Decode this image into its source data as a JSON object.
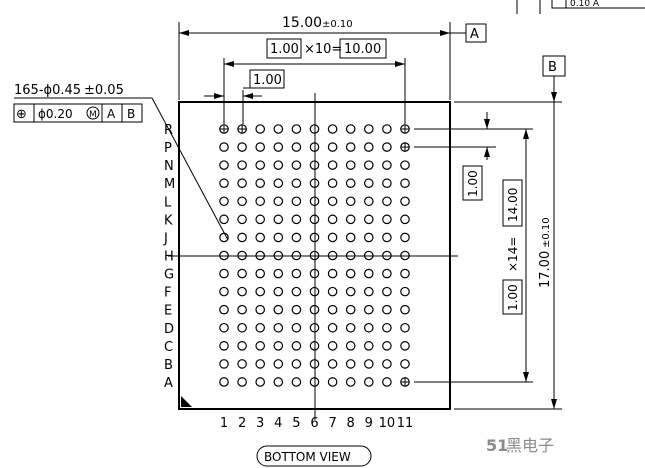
{
  "rows": [
    "R",
    "P",
    "N",
    "M",
    "L",
    "K",
    "J",
    "H",
    "G",
    "F",
    "E",
    "D",
    "C",
    "B",
    "A"
  ],
  "columns": [
    "1",
    "2",
    "3",
    "4",
    "5",
    "6",
    "7",
    "8",
    "9",
    "10",
    "11"
  ],
  "marked_balls": [
    {
      "row": "R",
      "col": "1"
    },
    {
      "row": "R",
      "col": "2"
    },
    {
      "row": "R",
      "col": "11"
    },
    {
      "row": "P",
      "col": "11"
    },
    {
      "row": "A",
      "col": "11"
    }
  ],
  "labels": {
    "width_value": "15.00",
    "width_tol": "±0.10",
    "datum_a": "A",
    "datum_b": "B",
    "pitch_x_box": "1.00",
    "pitch_x_mult": "×10=",
    "pitch_x_total": "10.00",
    "pitch_single": "1.00",
    "ball_spec_main": "165-ϕ0.45",
    "ball_spec_tol": "±0.05",
    "fcf_symbol": "⊕",
    "fcf_value": "ϕ0.20",
    "fcf_mod": "M",
    "fcf_ref_a": "A",
    "fcf_ref_b": "B",
    "pitch_y_box_top": "1.00",
    "pitch_y_total": "14.00",
    "pitch_y_mult": "×14=",
    "pitch_y_box_bottom": "1.00",
    "height_value": "17.00",
    "height_tol": "±0.10",
    "view_label": "BOTTOM VIEW",
    "watermark_num": "51",
    "watermark_text": "黑电子",
    "corner_fragment": "0.10 A"
  }
}
